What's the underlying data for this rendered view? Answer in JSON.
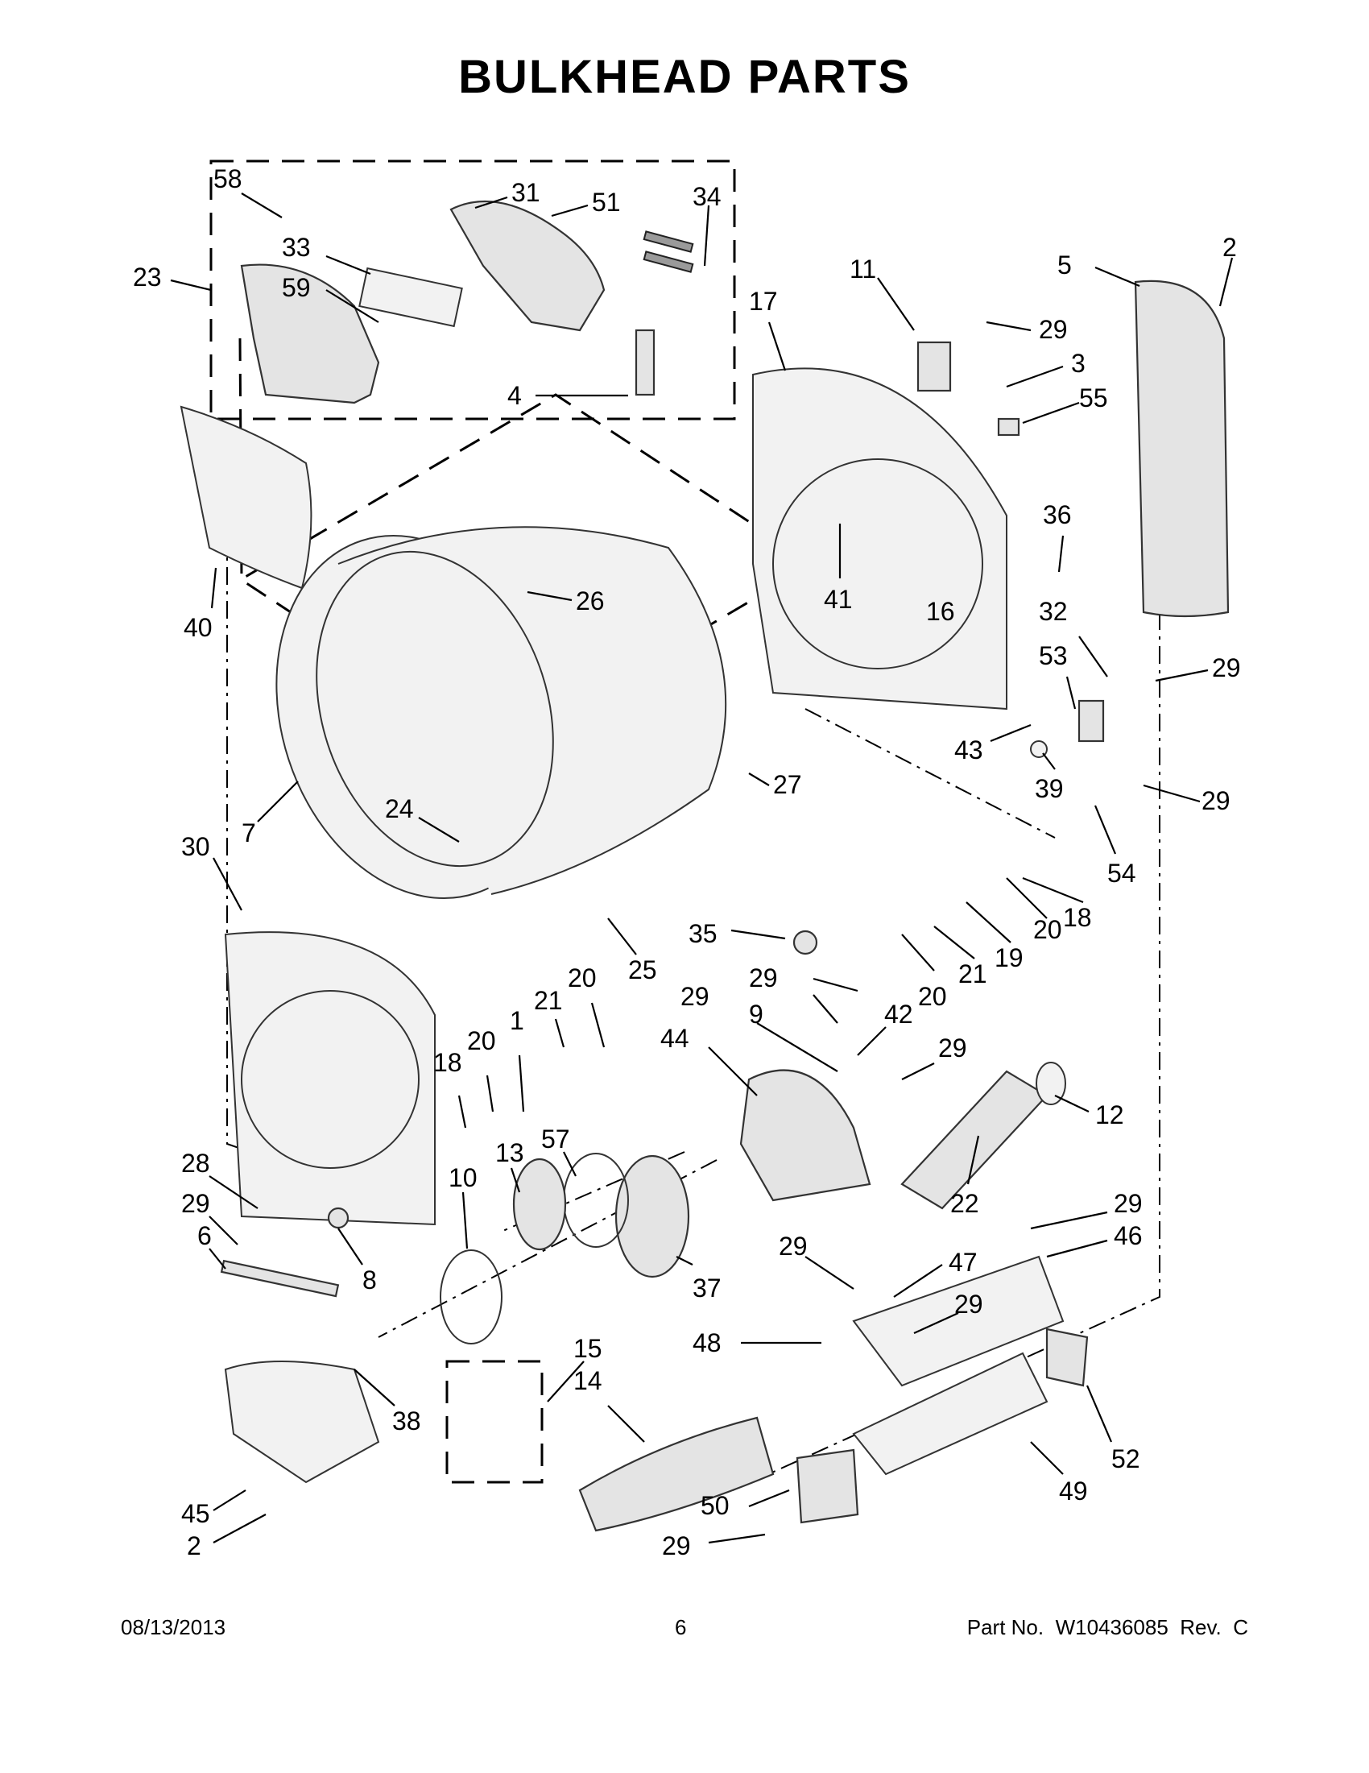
{
  "title": "BULKHEAD PARTS",
  "footer": {
    "date": "08/13/2013",
    "page": "6",
    "part_number": "Part No.  W10436085  Rev.  C"
  },
  "callouts": [
    {
      "id": "c58",
      "label": "58"
    },
    {
      "id": "c31",
      "label": "31"
    },
    {
      "id": "c51",
      "label": "51"
    },
    {
      "id": "c34",
      "label": "34"
    },
    {
      "id": "c23",
      "label": "23"
    },
    {
      "id": "c33",
      "label": "33"
    },
    {
      "id": "c59",
      "label": "59"
    },
    {
      "id": "c4",
      "label": "4"
    },
    {
      "id": "c17",
      "label": "17"
    },
    {
      "id": "c11",
      "label": "11"
    },
    {
      "id": "c29a",
      "label": "29"
    },
    {
      "id": "c3",
      "label": "3"
    },
    {
      "id": "c55",
      "label": "55"
    },
    {
      "id": "c5",
      "label": "5"
    },
    {
      "id": "c2a",
      "label": "2"
    },
    {
      "id": "c40",
      "label": "40"
    },
    {
      "id": "c26",
      "label": "26"
    },
    {
      "id": "c41",
      "label": "41"
    },
    {
      "id": "c16",
      "label": "16"
    },
    {
      "id": "c36",
      "label": "36"
    },
    {
      "id": "c32",
      "label": "32"
    },
    {
      "id": "c29b",
      "label": "29"
    },
    {
      "id": "c53",
      "label": "53"
    },
    {
      "id": "c43",
      "label": "43"
    },
    {
      "id": "c39",
      "label": "39"
    },
    {
      "id": "c29c",
      "label": "29"
    },
    {
      "id": "c54",
      "label": "54"
    },
    {
      "id": "c7",
      "label": "7"
    },
    {
      "id": "c27",
      "label": "27"
    },
    {
      "id": "c24",
      "label": "24"
    },
    {
      "id": "c30",
      "label": "30"
    },
    {
      "id": "c25",
      "label": "25"
    },
    {
      "id": "c35",
      "label": "35"
    },
    {
      "id": "c18a",
      "label": "18"
    },
    {
      "id": "c20a",
      "label": "20"
    },
    {
      "id": "c19",
      "label": "19"
    },
    {
      "id": "c21a",
      "label": "21"
    },
    {
      "id": "c20b",
      "label": "20"
    },
    {
      "id": "c29d",
      "label": "29"
    },
    {
      "id": "c29e",
      "label": "29"
    },
    {
      "id": "c9",
      "label": "9"
    },
    {
      "id": "c42",
      "label": "42"
    },
    {
      "id": "c44",
      "label": "44"
    },
    {
      "id": "c29f",
      "label": "29"
    },
    {
      "id": "c12",
      "label": "12"
    },
    {
      "id": "c18b",
      "label": "18"
    },
    {
      "id": "c20c",
      "label": "20"
    },
    {
      "id": "c1",
      "label": "1"
    },
    {
      "id": "c21b",
      "label": "21"
    },
    {
      "id": "c20d",
      "label": "20"
    },
    {
      "id": "c57",
      "label": "57"
    },
    {
      "id": "c13",
      "label": "13"
    },
    {
      "id": "c10",
      "label": "10"
    },
    {
      "id": "c28",
      "label": "28"
    },
    {
      "id": "c29g",
      "label": "29"
    },
    {
      "id": "c6",
      "label": "6"
    },
    {
      "id": "c8",
      "label": "8"
    },
    {
      "id": "c22",
      "label": "22"
    },
    {
      "id": "c29h",
      "label": "29"
    },
    {
      "id": "c46",
      "label": "46"
    },
    {
      "id": "c29i",
      "label": "29"
    },
    {
      "id": "c47",
      "label": "47"
    },
    {
      "id": "c37",
      "label": "37"
    },
    {
      "id": "c29j",
      "label": "29"
    },
    {
      "id": "c48",
      "label": "48"
    },
    {
      "id": "c15",
      "label": "15"
    },
    {
      "id": "c14",
      "label": "14"
    },
    {
      "id": "c38",
      "label": "38"
    },
    {
      "id": "c52",
      "label": "52"
    },
    {
      "id": "c49",
      "label": "49"
    },
    {
      "id": "c45",
      "label": "45"
    },
    {
      "id": "c50",
      "label": "50"
    },
    {
      "id": "c2b",
      "label": "2"
    },
    {
      "id": "c29k",
      "label": "29"
    }
  ]
}
